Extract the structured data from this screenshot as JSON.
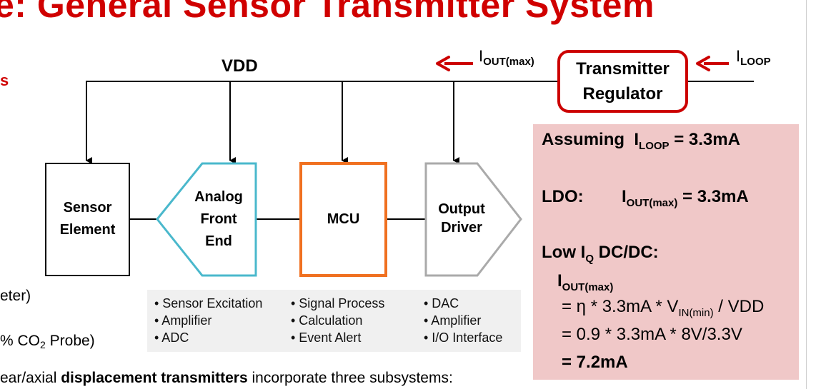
{
  "title": "e: General Sensor Transmitter System",
  "left_fragment": "s",
  "vdd_label": "VDD",
  "iout_main": "I",
  "iout_sub": "OUT(max)",
  "iloop_main": "I",
  "iloop_sub": "LOOP",
  "regulator": {
    "line1": "Transmitter",
    "line2": "Regulator"
  },
  "blocks": {
    "sensor": {
      "line1": "Sensor",
      "line2": "Element"
    },
    "afe": {
      "line1": "Analog",
      "line2": "Front",
      "line3": "End"
    },
    "mcu": {
      "line1": "MCU"
    },
    "output": {
      "line1": "Output",
      "line2": "Driver"
    }
  },
  "bullets": {
    "afe": [
      "• Sensor Excitation",
      "• Amplifier",
      "• ADC"
    ],
    "mcu": [
      "• Signal Process",
      "• Calculation",
      "• Event Alert"
    ],
    "output": [
      "• DAC",
      "• Amplifier",
      "• I/O Interface"
    ]
  },
  "panel": {
    "assuming": "Assuming",
    "i": "I",
    "loop_sub": "LOOP",
    "assuming_value": "= 3.3mA",
    "ldo_label": "LDO:",
    "ldo_i": "I",
    "ldo_sub": "OUT(max)",
    "ldo_value": "= 3.3mA",
    "lowiq_a": "Low I",
    "lowiq_sub": "Q",
    "lowiq_b": " DC/DC:",
    "iout_i": "I",
    "iout_sub": "OUT(max)",
    "eq1_a": "= η * 3.3mA * V",
    "eq1_sub": "IN(min)",
    "eq1_b": " / VDD",
    "eq2": "= 0.9 * 3.3mA * 8V/3.3V",
    "eq3": "=  7.2mA"
  },
  "left_text": {
    "line1": "eter)",
    "line2_a": "% CO",
    "line2_sub": "2",
    "line2_b": " Probe)",
    "line3_a": "ear/axial  ",
    "line3_bold": "displacement transmitters",
    "line3_b": " incorporate three subsystems:"
  },
  "colors": {
    "title_red": "#d00000",
    "regulator_border": "#cc0000",
    "afe_border": "#4ab8cc",
    "mcu_border": "#f07020",
    "output_border": "#aaaaaa",
    "panel_bg": "#f0c8c8",
    "arrow_red": "#cc0000"
  }
}
